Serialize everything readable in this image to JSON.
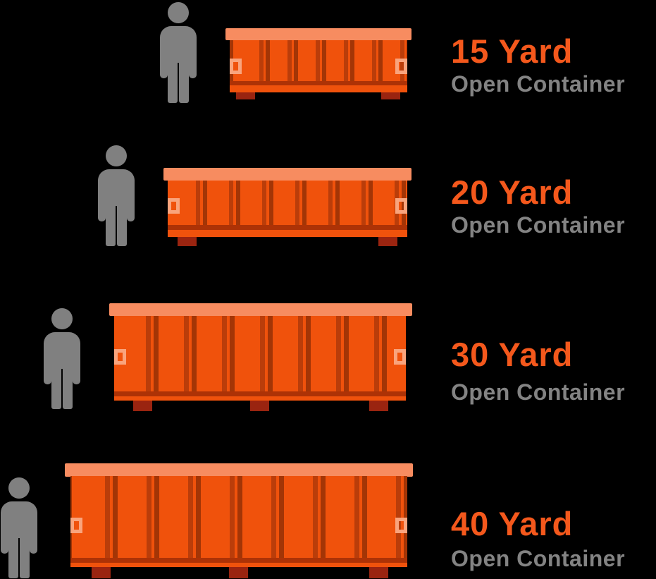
{
  "rows": [
    {
      "title": "15 Yard",
      "subtitle": "Open Container"
    },
    {
      "title": "20 Yard",
      "subtitle": "Open Container"
    },
    {
      "title": "30 Yard",
      "subtitle": "Open Container"
    },
    {
      "title": "40 Yard",
      "subtitle": "Open Container"
    }
  ],
  "colors": {
    "background": "#000000",
    "container_body": "#F0520C",
    "container_lip": "#F78C60",
    "container_rib": "#BA3D0A",
    "container_rib_dark": "#A33506",
    "container_bottom_stripe": "#AD3206",
    "container_foot": "#9A2410",
    "container_bracket": "#F9A47D",
    "person": "#808080",
    "title_text": "#F4581C",
    "subtitle_text": "#838383"
  }
}
